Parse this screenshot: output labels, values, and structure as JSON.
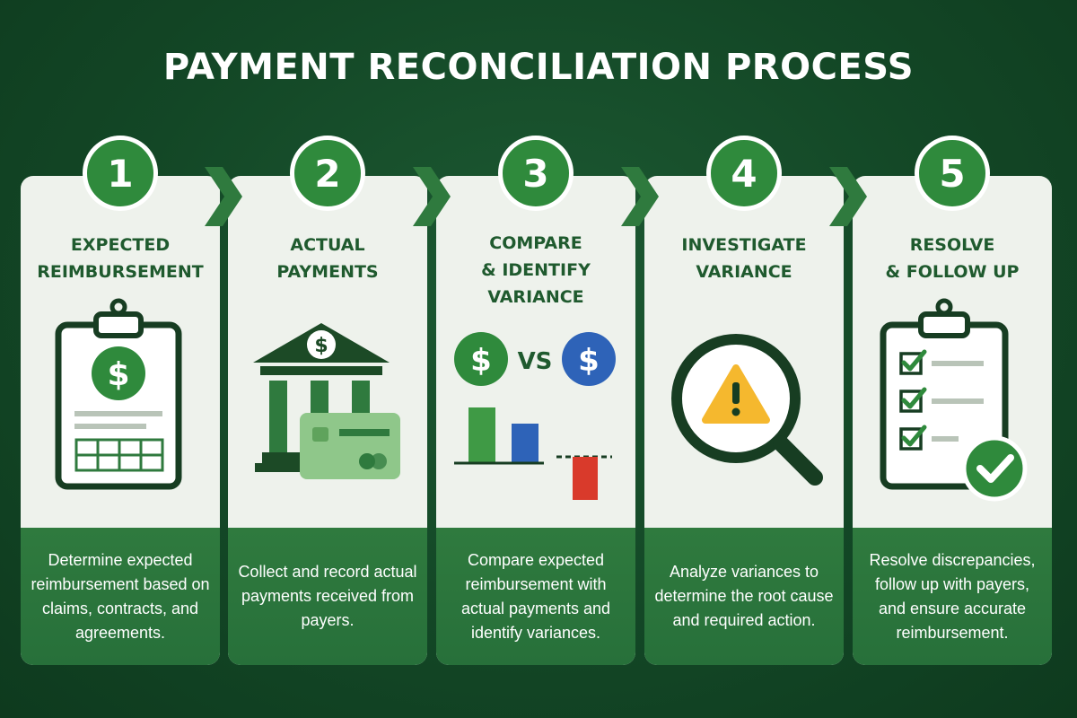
{
  "title": "PAYMENT RECONCILIATION PROCESS",
  "colors": {
    "background": "#134726",
    "card": "#eef2ec",
    "accent_green": "#2f8a3c",
    "dark_green": "#1f5a2e",
    "blue": "#2e63b8",
    "red": "#d93a2b",
    "warning_yellow": "#f5b82e"
  },
  "steps": [
    {
      "number": "1",
      "title": "EXPECTED\nREIMBURSEMENT",
      "icon": "clipboard-dollar-icon",
      "description": "Determine expected reimbursement based on claims, contracts, and agreements."
    },
    {
      "number": "2",
      "title": "ACTUAL\nPAYMENTS",
      "icon": "bank-card-icon",
      "description": "Collect and record actual payments received from payers."
    },
    {
      "number": "3",
      "title": "COMPARE\n& IDENTIFY\nVARIANCE",
      "icon": "compare-chart-icon",
      "vs_label": "VS",
      "description": "Compare expected reimbursement with actual payments and identify variances."
    },
    {
      "number": "4",
      "title": "INVESTIGATE\nVARIANCE",
      "icon": "magnifier-warning-icon",
      "description": "Analyze variances to determine the root cause and required action."
    },
    {
      "number": "5",
      "title": "RESOLVE\n& FOLLOW UP",
      "icon": "checklist-icon",
      "description": "Resolve discrepancies, follow up with payers, and ensure accurate reimbursement."
    }
  ]
}
